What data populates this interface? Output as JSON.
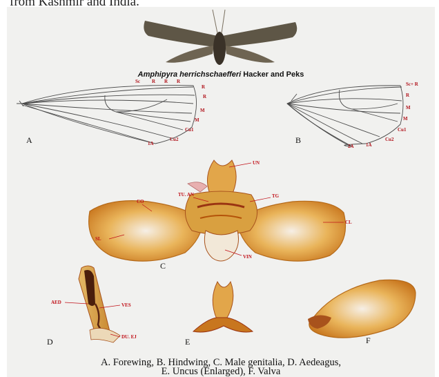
{
  "header_text": "from Kashmir and India.",
  "species": {
    "italic": "Amphipyra herrichschaefferi",
    "authors": " Hacker and Peks"
  },
  "panels": {
    "A": "A",
    "B": "B",
    "C": "C",
    "D": "D",
    "E": "E",
    "F": "F"
  },
  "forewing_veins": {
    "sc": "Sc",
    "r1": "R",
    "r2": "R",
    "r3": "R",
    "r4": "R",
    "r5": "R",
    "m1": "M",
    "m2": "M",
    "cu1": "Cu1",
    "cu2": "Cu2",
    "a1": "1A"
  },
  "hindwing_veins": {
    "scr": "Sc+ R",
    "rs": "R",
    "m1": "M",
    "m2": "M",
    "cu1": "Cu1",
    "cu2": "Cu2",
    "a1": "1A",
    "a2": "2A"
  },
  "genitalia_labels": {
    "un": "UN",
    "tuan": "TU. AN",
    "tg": "TG",
    "co": "CO",
    "cl": "CL",
    "sl": "SL",
    "vin": "VIN"
  },
  "aedeagus_labels": {
    "aed": "AED",
    "ves": "VES",
    "duej": "DU. EJ"
  },
  "caption": {
    "line1": "A. Forewing, B. Hindwing, C. Male genitalia, D. Aedeagus,",
    "line2": "E. Uncus (Enlarged), F. Valva"
  },
  "colors": {
    "specimen_tan": "#d9a040",
    "specimen_dark": "#a8521c",
    "vein_label": "#b0121a",
    "plate_bg": "#f1f1ef"
  }
}
